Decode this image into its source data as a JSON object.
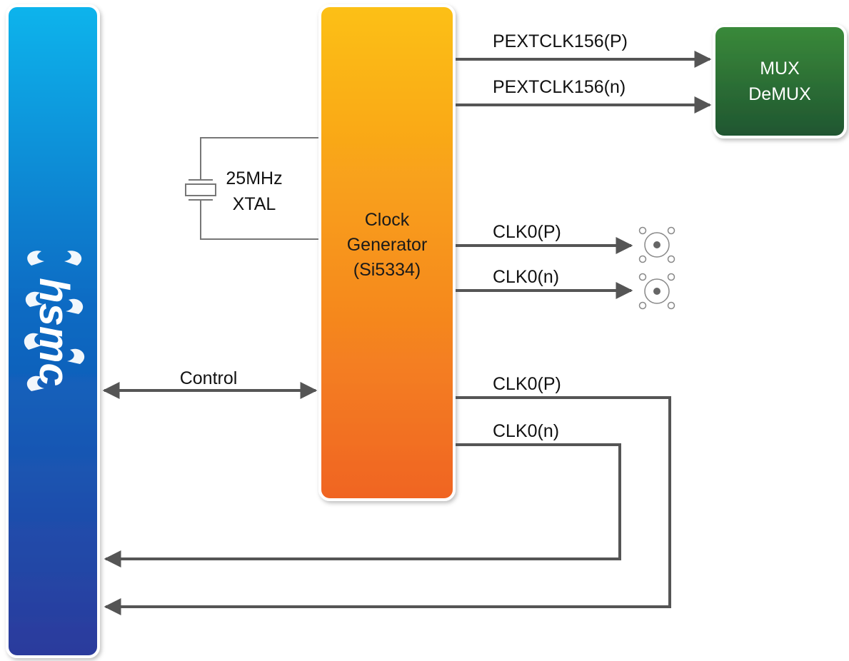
{
  "blocks": {
    "hsmc": {
      "logo_text": "hsmc"
    },
    "clock_generator": {
      "line1": "Clock",
      "line2": "Generator",
      "line3": "(Si5334)"
    },
    "mux_demux": {
      "line1": "MUX",
      "line2": "DeMUX"
    },
    "crystal": {
      "line1": "25MHz",
      "line2": "XTAL"
    }
  },
  "signals": {
    "pextclk_p": "PEXTCLK156(P)",
    "pextclk_n": "PEXTCLK156(n)",
    "clk0_p_sma": "CLK0(P)",
    "clk0_n_sma": "CLK0(n)",
    "control": "Control",
    "clk0_p_hsmc": "CLK0(P)",
    "clk0_n_hsmc": "CLK0(n)"
  },
  "colors": {
    "hsmc_top": "#0ab4ec",
    "hsmc_bottom": "#2c3a9c",
    "clock_top": "#fcc014",
    "clock_bottom": "#f06424",
    "mux_top": "#3a8a3a",
    "mux_bottom": "#1f5530",
    "line": "#555555"
  }
}
